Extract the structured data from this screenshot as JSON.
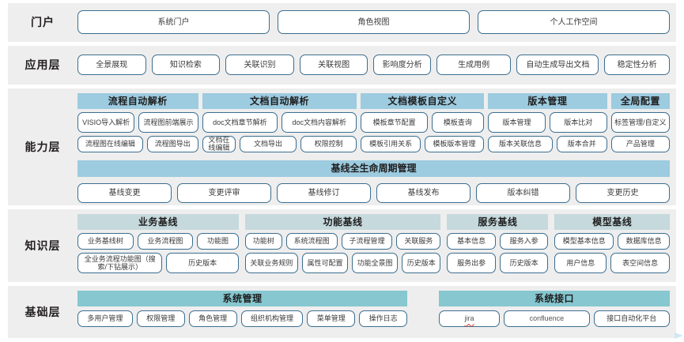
{
  "rows": {
    "portal": {
      "label": "门户",
      "items": [
        "系统门户",
        "角色视图",
        "个人工作空间"
      ]
    },
    "application": {
      "label": "应用层",
      "items": [
        "全景展现",
        "知识检索",
        "关联识别",
        "关联视图",
        "影响度分析",
        "生成用例",
        "自动生成导出文档",
        "稳定性分析"
      ]
    },
    "capability": {
      "label": "能力层",
      "groups": [
        {
          "title": "流程自动解析",
          "row1": [
            "VISIO导入解析",
            "流程图前端展示"
          ],
          "row2": [
            "流程图在线编辑",
            "流程图导出"
          ]
        },
        {
          "title": "文档自动解析",
          "row1": [
            "doc文档章节解析",
            "doc文档内容解析"
          ],
          "row2": [
            "文档在线编辑",
            "文档导出",
            "权限控制"
          ]
        },
        {
          "title": "文档模板自定义",
          "row1": [
            "模板章节配置",
            "模板查询"
          ],
          "row2": [
            "模板引用关系",
            "模板版本管理"
          ]
        },
        {
          "title": "版本管理",
          "row1": [
            "版本管理",
            "版本比对"
          ],
          "row2": [
            "版本关联信息",
            "版本合并"
          ]
        },
        {
          "title": "全局配置",
          "row1": [
            "标签管理/自定义"
          ],
          "row2": [
            "产品管理"
          ]
        }
      ],
      "baseline": {
        "title": "基线全生命周期管理",
        "items": [
          "基线变更",
          "变更评审",
          "基线修订",
          "基线发布",
          "版本纠错",
          "变更历史"
        ]
      }
    },
    "knowledge": {
      "label": "知识层",
      "groups": [
        {
          "title": "业务基线",
          "row1": [
            "业务基线树",
            "业务流程图",
            "功能图"
          ],
          "row2": [
            "全业务流程功能图（搜索/下钻展示）",
            "历史版本"
          ]
        },
        {
          "title": "功能基线",
          "row1": [
            "功能树",
            "系统流程图",
            "子流程管理",
            "关联服务"
          ],
          "row2": [
            "关联业务规则",
            "属性可配置",
            "功能全景图",
            "历史版本"
          ]
        },
        {
          "title": "服务基线",
          "row1": [
            "基本信息",
            "服务入参"
          ],
          "row2": [
            "服务出参",
            "历史版本"
          ]
        },
        {
          "title": "模型基线",
          "row1": [
            "模型基本信息",
            "数据库信息"
          ],
          "row2": [
            "用户信息",
            "表空间信息"
          ]
        }
      ]
    },
    "base": {
      "label": "基础层",
      "groups": [
        {
          "title": "系统管理",
          "items": [
            "多用户管理",
            "权限管理",
            "角色管理",
            "组织机构管理",
            "菜单管理",
            "操作日志"
          ]
        },
        {
          "title": "系统接口",
          "items": [
            "jira",
            "confluence",
            "接口自动化平台"
          ]
        }
      ]
    }
  },
  "colors": {
    "panel_bg": "#eeeeee",
    "pill_border": "#3c6e8f",
    "capability_head": "#9dcbdf",
    "knowledge_head": "#c6d9dd",
    "base_head": "#86c7d0"
  }
}
